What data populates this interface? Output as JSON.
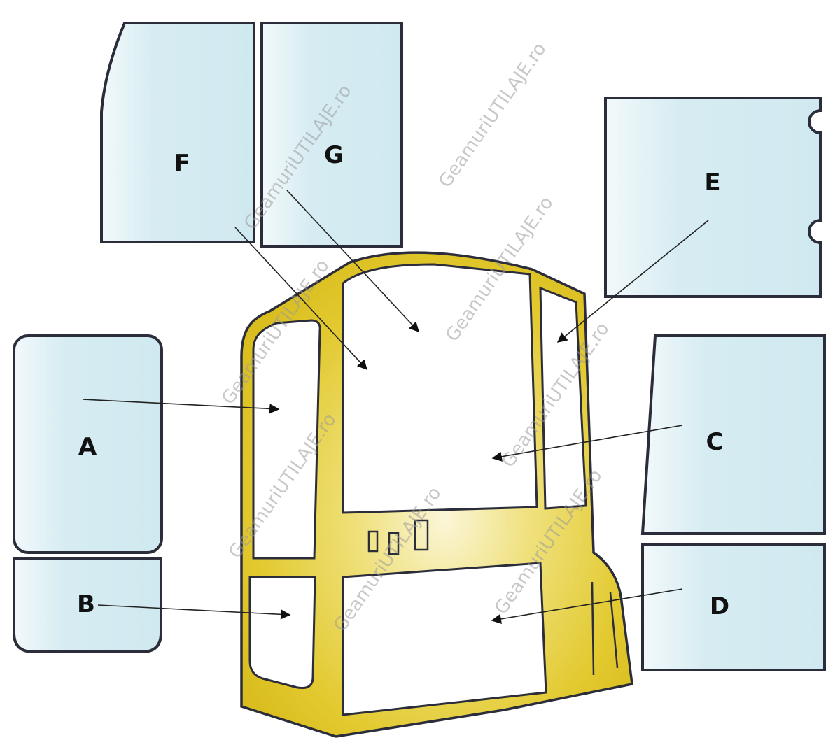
{
  "panels": {
    "A": "A",
    "B": "B",
    "C": "C",
    "D": "D",
    "E": "E",
    "F": "F",
    "G": "G"
  },
  "watermark": "GeamuriUTILAJE.ro",
  "colors": {
    "glass_fill": "#d2eaf0",
    "glass_stroke": "#2b2d3a",
    "cab_frame": "#e2c92e",
    "cab_frame_highlight": "#fbf6d2",
    "cab_frame_dark": "#d6b81a"
  }
}
